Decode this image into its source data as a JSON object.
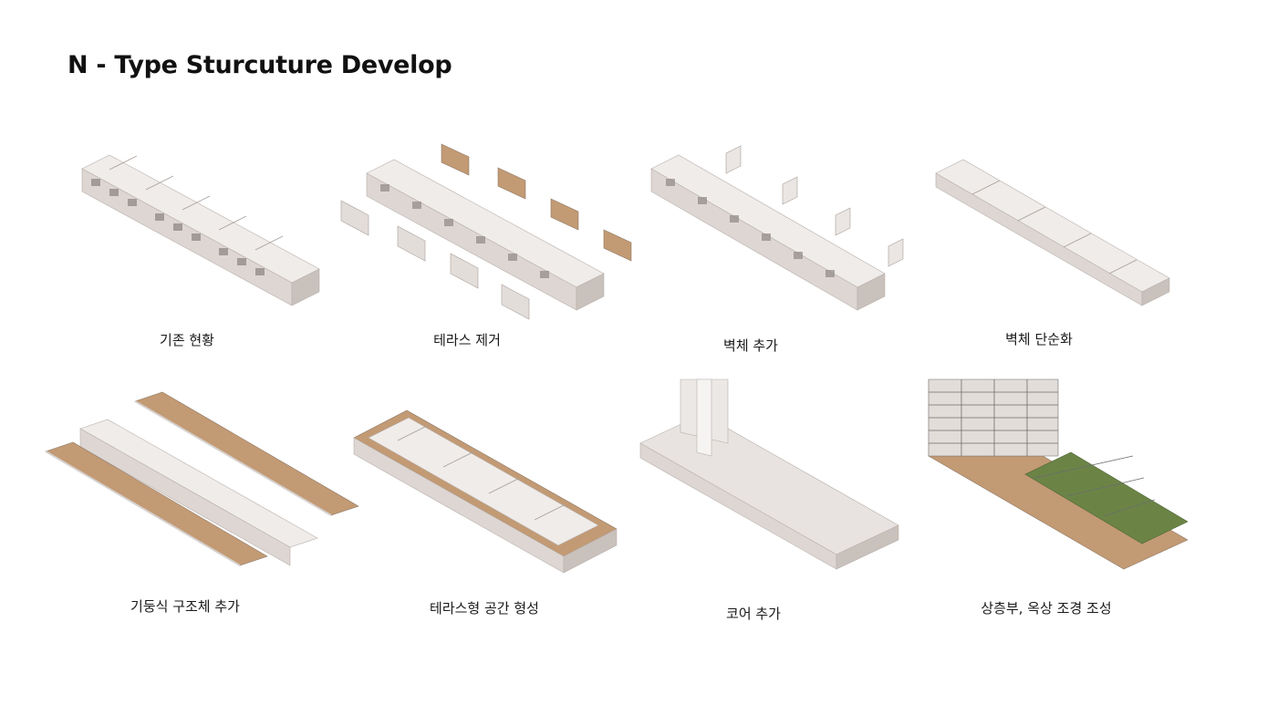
{
  "title": "N - Type Sturcuture Develop",
  "colors": {
    "wall_top": "#f0ecea",
    "wall_left": "#ddd6d2",
    "wall_right": "#c9c1bc",
    "opening": "#8f8884",
    "timber": "#c29a74",
    "railing": "#d6d1ce",
    "glass_grid": "#6c6c6c",
    "grass": "#6b8446"
  },
  "steps": [
    {
      "label": "기존 현황"
    },
    {
      "label": "테라스 제거"
    },
    {
      "label": "벽체 추가"
    },
    {
      "label": "벽체 단순화"
    },
    {
      "label": "기둥식 구조체 추가"
    },
    {
      "label": "테라스형 공간 형성"
    },
    {
      "label": "코어 추가"
    },
    {
      "label": "상층부, 옥상 조경 조성"
    }
  ]
}
